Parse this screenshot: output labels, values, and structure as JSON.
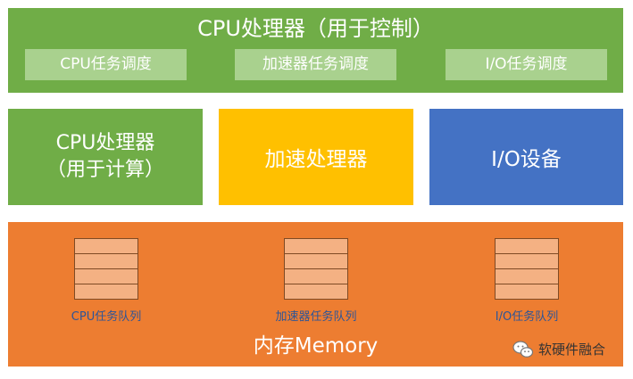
{
  "top": {
    "title": "CPU处理器（用于控制）",
    "tasks": [
      "CPU任务调度",
      "加速器任务调度",
      "I/O任务调度"
    ]
  },
  "middle": {
    "cpu_line1": "CPU处理器",
    "cpu_line2": "（用于计算）",
    "accelerator": "加速处理器",
    "io": "I/O设备"
  },
  "memory": {
    "label": "内存Memory",
    "queues": [
      "CPU任务队列",
      "加速器任务队列",
      "I/O任务队列"
    ]
  },
  "watermark": {
    "text": "软硬件融合",
    "icon": "wechat-icon"
  },
  "colors": {
    "green": "#70ad47",
    "light_green": "#a9d18e",
    "yellow": "#ffc000",
    "blue": "#4472c4",
    "orange": "#ed7d31",
    "light_orange": "#f4b183",
    "queue_label": "#2e5597"
  }
}
